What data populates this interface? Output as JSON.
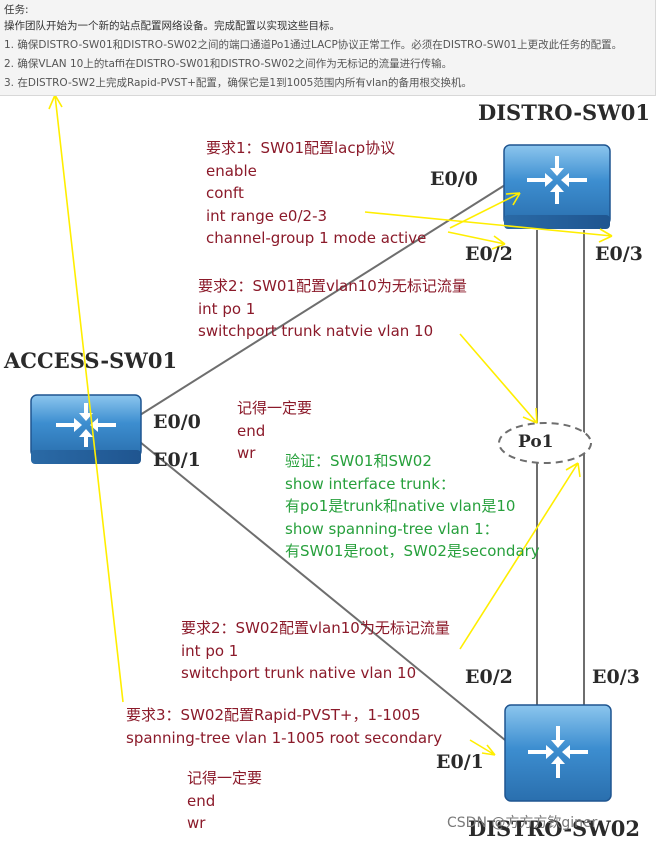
{
  "task": {
    "heading": "任务:",
    "intro": "操作团队开始为一个新的站点配置网络设备。完成配置以实现这些目标。",
    "items": [
      "1. 确保DISTRO-SW01和DISTRO-SW02之间的端口通道Po1通过LACP协议正常工作。必须在DISTRO-SW01上更改此任务的配置。",
      "2. 确保VLAN 10上的taffi在DISTRO-SW01和DISTRO-SW02之间作为无标记的流量进行传输。",
      "3. 在DISTRO-SW2上完成Rapid-PVST+配置，确保它是1到1005范围内所有vlan的备用根交换机。"
    ]
  },
  "devices": {
    "distro1": "DISTRO-SW01",
    "distro2": "DISTRO-SW02",
    "access": "ACCESS-SW01",
    "po": "Po1"
  },
  "ports": {
    "d1_e00": "E0/0",
    "d1_e02": "E0/2",
    "d1_e03": "E0/3",
    "a_e00": "E0/0",
    "a_e01": "E0/1",
    "d2_e02": "E0/2",
    "d2_e03": "E0/3",
    "d2_e01": "E0/1"
  },
  "notes": {
    "req1": [
      "要求1：SW01配置lacp协议",
      "enable",
      "conft",
      "int range e0/2-3",
      "channel-group 1 mode active"
    ],
    "req2a": [
      "要求2：SW01配置vlan10为无标记流量",
      "int po 1",
      "switchport trunk natvie vlan 10"
    ],
    "remember1": [
      "记得一定要",
      "end",
      "wr"
    ],
    "verify": [
      "验证：SW01和SW02",
      "show interface trunk：",
      "有po1是trunk和native vlan是10",
      "show spanning-tree vlan 1：",
      "有SW01是root，SW02是secondary"
    ],
    "req2b": [
      "要求2：SW02配置vlan10为无标记流量",
      "int po 1",
      "switchport trunk native vlan 10"
    ],
    "req3": [
      "要求3：SW02配置Rapid-PVST+，1-1005",
      "spanning-tree vlan 1-1005 root secondary"
    ],
    "remember2": [
      "记得一定要",
      "end",
      "wr"
    ]
  },
  "watermark": "CSDN @方方方钦giner",
  "colors": {
    "annotation_red": "#8b1a2a",
    "annotation_green": "#27a03c",
    "arrow_yellow": "#ffee00",
    "switch_blue": "#3d8ed0",
    "link_gray": "#6e6e6e"
  }
}
